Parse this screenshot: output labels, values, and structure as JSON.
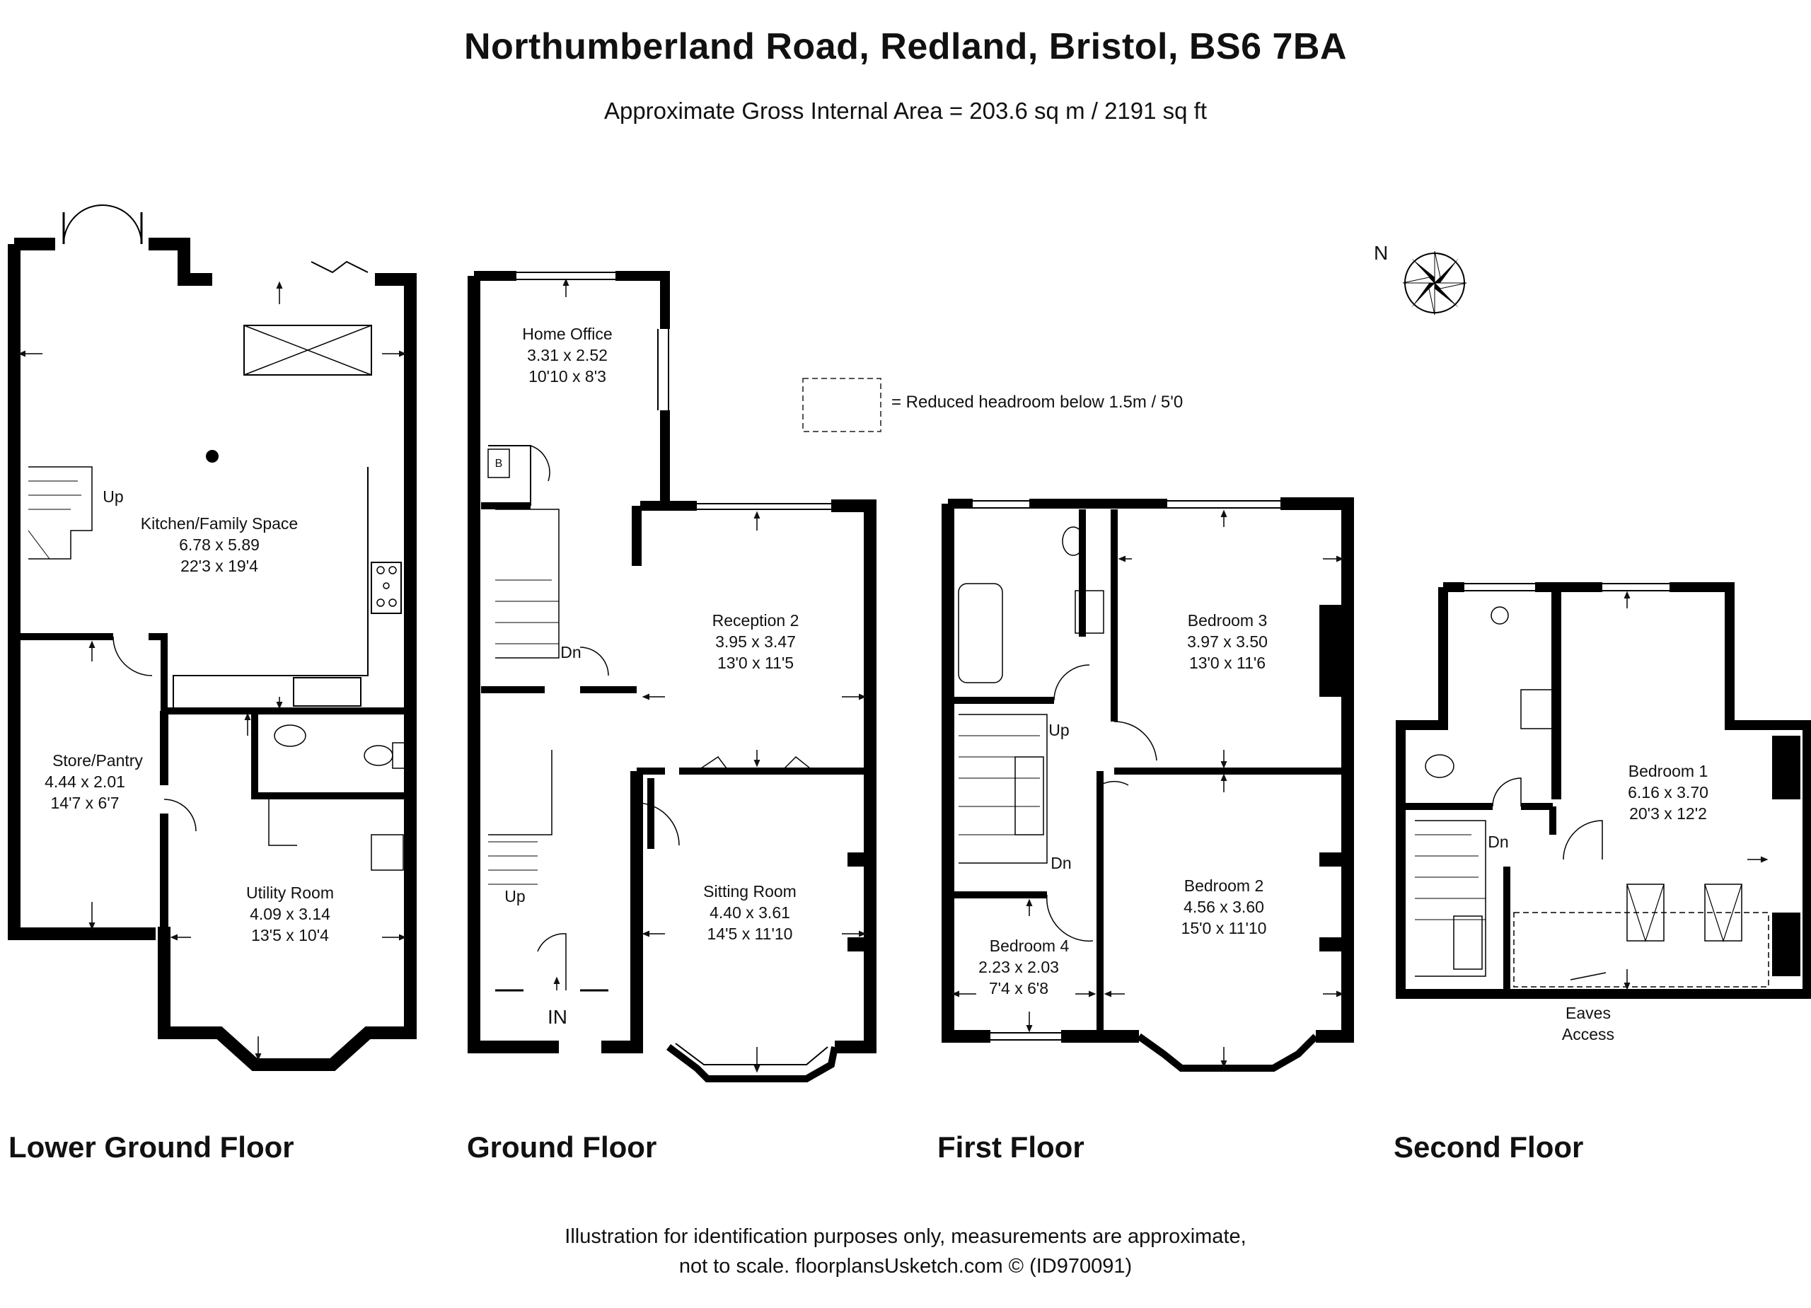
{
  "header": {
    "title": "Northumberland Road, Redland, Bristol, BS6 7BA",
    "subtitle": "Approximate Gross Internal Area = 203.6 sq m / 2191 sq ft"
  },
  "legend": {
    "text": "= Reduced headroom below 1.5m / 5'0"
  },
  "compass": {
    "label": "N"
  },
  "floors": {
    "lower_ground": {
      "label": "Lower Ground Floor",
      "rooms": {
        "kitchen": {
          "name": "Kitchen/Family Space",
          "metric": "6.78 x 5.89",
          "imperial": "22'3 x 19'4"
        },
        "store": {
          "name": "Store/Pantry",
          "metric": "4.44 x 2.01",
          "imperial": "14'7 x 6'7"
        },
        "utility": {
          "name": "Utility Room",
          "metric": "4.09 x 3.14",
          "imperial": "13'5 x 10'4"
        }
      },
      "stair_label": "Up"
    },
    "ground": {
      "label": "Ground Floor",
      "rooms": {
        "office": {
          "name": "Home Office",
          "metric": "3.31 x 2.52",
          "imperial": "10'10 x 8'3"
        },
        "reception2": {
          "name": "Reception 2",
          "metric": "3.95 x 3.47",
          "imperial": "13'0 x 11'5"
        },
        "sitting": {
          "name": "Sitting Room",
          "metric": "4.40 x 3.61",
          "imperial": "14'5 x 11'10"
        }
      },
      "boiler_label": "B",
      "stair_dn": "Dn",
      "stair_up": "Up",
      "entrance": "IN"
    },
    "first": {
      "label": "First Floor",
      "rooms": {
        "bed3": {
          "name": "Bedroom 3",
          "metric": "3.97 x 3.50",
          "imperial": "13'0 x 11'6"
        },
        "bed2": {
          "name": "Bedroom 2",
          "metric": "4.56 x 3.60",
          "imperial": "15'0 x 11'10"
        },
        "bed4": {
          "name": "Bedroom 4",
          "metric": "2.23 x 2.03",
          "imperial": "7'4 x 6'8"
        }
      },
      "stair_up": "Up",
      "stair_dn": "Dn"
    },
    "second": {
      "label": "Second Floor",
      "rooms": {
        "bed1": {
          "name": "Bedroom 1",
          "metric": "6.16 x 3.70",
          "imperial": "20'3 x 12'2"
        }
      },
      "stair_dn": "Dn",
      "eaves_line1": "Eaves",
      "eaves_line2": "Access"
    }
  },
  "footer": {
    "line1": "Illustration for identification purposes only, measurements are approximate,",
    "line2": "not to scale. floorplansUsketch.com © (ID970091)"
  }
}
